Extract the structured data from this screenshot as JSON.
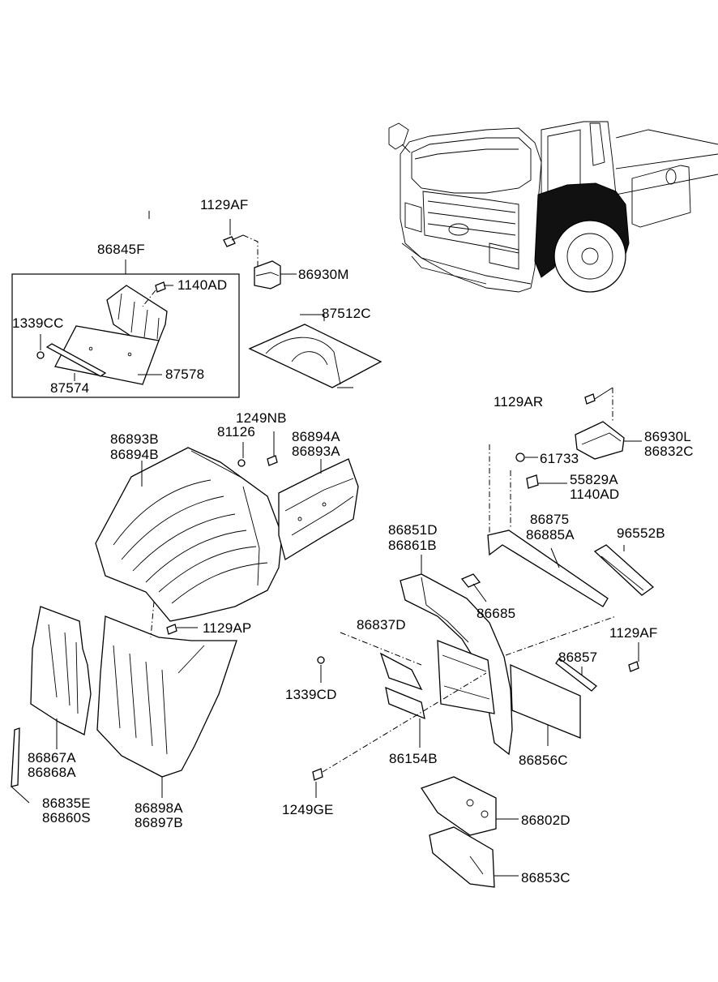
{
  "labels": {
    "l_1129AF_top": "1129AF",
    "l_86845F": "86845F",
    "l_1140AD_a": "1140AD",
    "l_86930M": "86930M",
    "l_1339CC": "1339CC",
    "l_87512C": "87512C",
    "l_87578": "87578",
    "l_87574": "87574",
    "l_1129AR": "1129AR",
    "l_86893B": "86893B",
    "l_86894B": "86894B",
    "l_1249NB": "1249NB",
    "l_81126": "81126",
    "l_86894A": "86894A",
    "l_86893A": "86893A",
    "l_86930L": "86930L",
    "l_86832C": "86832C",
    "l_61733": "61733",
    "l_55829A": "55829A",
    "l_1140AD_b": "1140AD",
    "l_86875": "86875",
    "l_86885A": "86885A",
    "l_96552B": "96552B",
    "l_86851D": "86851D",
    "l_86861B": "86861B",
    "l_86685": "86685",
    "l_86837D": "86837D",
    "l_1129AP": "1129AP",
    "l_1129AF_right": "1129AF",
    "l_86857": "86857",
    "l_1339CD": "1339CD",
    "l_86867A": "86867A",
    "l_86868A": "86868A",
    "l_86154B": "86154B",
    "l_86856C": "86856C",
    "l_86835E": "86835E",
    "l_86860S": "86860S",
    "l_86898A": "86898A",
    "l_86897B": "86897B",
    "l_1249GE": "1249GE",
    "l_86802D": "86802D",
    "l_86853C": "86853C"
  }
}
